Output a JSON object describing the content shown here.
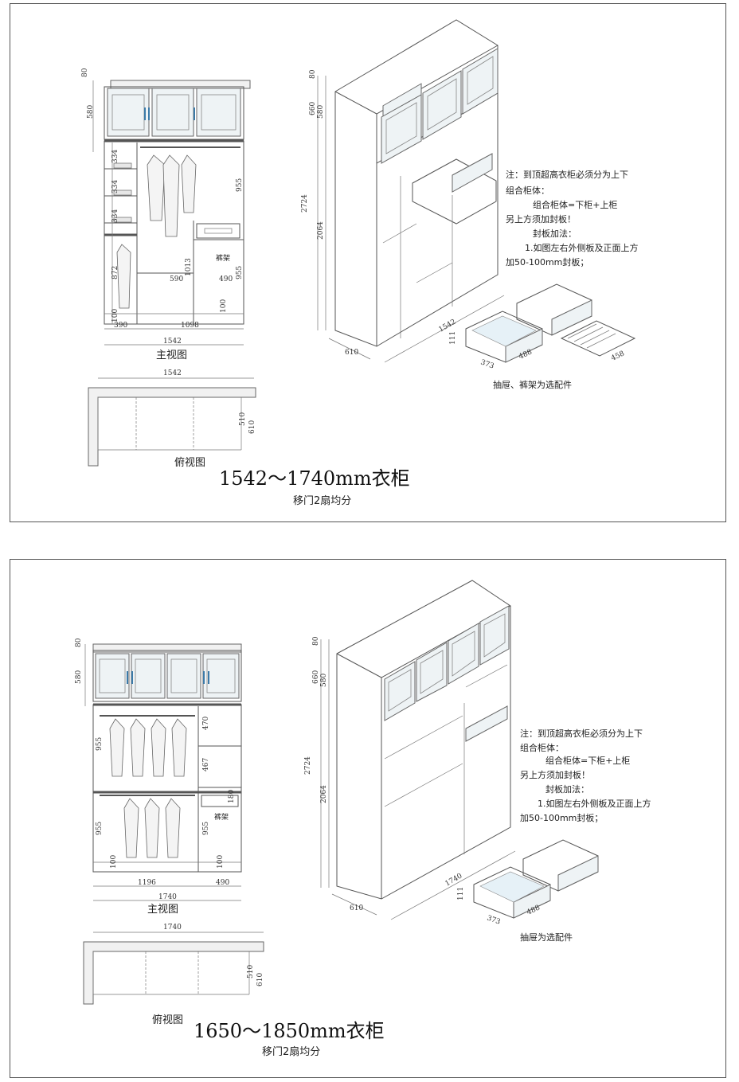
{
  "sheet1": {
    "title": "1542～1740mm衣柜",
    "subtitle": "移门2扇均分",
    "front_label": "主视图",
    "top_label": "俯视图",
    "front_dims": {
      "top_80": "80",
      "top_580": "580",
      "s1": "334",
      "s2": "334",
      "s3": "334",
      "hang_955": "955",
      "left_872": "872",
      "mid_1013": "1013",
      "r_955": "955",
      "w_590": "590",
      "w_490": "490",
      "b_100_l": "100",
      "b_100_r": "100",
      "w_390": "390",
      "w_1098": "1098",
      "w_1542": "1542",
      "pants_rack": "裤架"
    },
    "iso_dims": {
      "v80": "80",
      "v660": "660",
      "v580": "580",
      "v2724": "2724",
      "v2064": "2064",
      "w1542": "1542",
      "d610": "610"
    },
    "top_dims": {
      "w1542": "1542",
      "d510": "510",
      "d610": "610"
    },
    "drawer_dims": {
      "h111": "111",
      "w373": "373",
      "w488": "488",
      "w458": "458"
    },
    "drawer_caption": "抽屉、裤架为选配件",
    "notes": [
      "注：到顶超高衣柜必须分为上下",
      "组合柜体：",
      "组合柜体=下柜+上柜",
      "另上方须加封板！",
      "封板加法：",
      "1.如图左右外侧板及正面上方",
      "加50-100mm封板；"
    ]
  },
  "sheet2": {
    "title": "1650～1850mm衣柜",
    "subtitle": "移门2扇均分",
    "front_label": "主视图",
    "top_label": "俯视图",
    "front_dims": {
      "top_80": "80",
      "top_580": "580",
      "l_955a": "955",
      "l_955b": "955",
      "r_470": "470",
      "r_467": "467",
      "r_180": "180",
      "r_955": "955",
      "b_100_l": "100",
      "b_100_r": "100",
      "w_1196": "1196",
      "w_490": "490",
      "w_1740": "1740",
      "pants_rack": "裤架"
    },
    "iso_dims": {
      "v80": "80",
      "v660": "660",
      "v580": "580",
      "v2724": "2724",
      "v2064": "2064",
      "w1740": "1740",
      "d610": "610"
    },
    "top_dims": {
      "w1740": "1740",
      "d510": "510",
      "d610": "610"
    },
    "drawer_dims": {
      "h111": "111",
      "w373": "373",
      "w488": "488"
    },
    "drawer_caption": "抽屉为选配件",
    "notes": [
      "注：到顶超高衣柜必须分为上下",
      "组合柜体：",
      "组合柜体=下柜+上柜",
      "另上方须加封板！",
      "封板加法：",
      "1.如图左右外侧板及正面上方",
      "加50-100mm封板；"
    ]
  }
}
